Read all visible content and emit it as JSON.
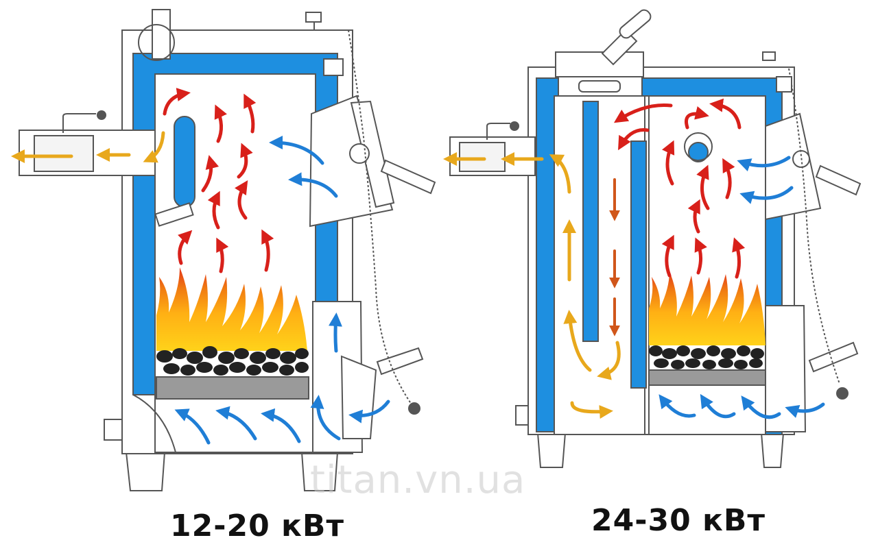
{
  "captions": {
    "left": "12-20 кВт",
    "right": "24-30 кВт"
  },
  "watermark": "titan.vn.ua",
  "colors": {
    "outline": "#555555",
    "water_jacket": "#1e8fe0",
    "hot_air": "#d8201a",
    "flue_gas": "#e8a81c",
    "cold_air": "#1f7ed6",
    "down_flow": "#d0561a",
    "coal": "#222222",
    "grate": "#9a9a9a"
  }
}
